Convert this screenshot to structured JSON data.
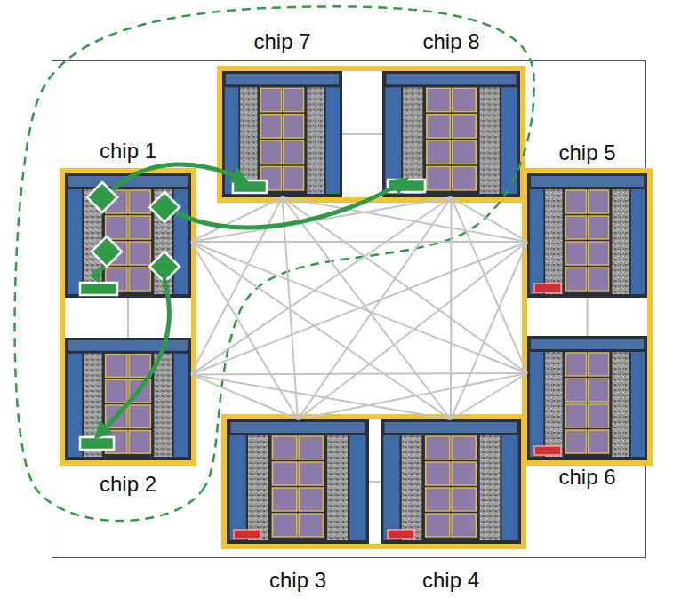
{
  "diagram": {
    "nodes": [
      {
        "text": [
          "chip 7"
        ]
      },
      {
        "text": [
          "chip 8"
        ]
      },
      {
        "text": [
          "chip 1"
        ]
      },
      {
        "text": [
          "chip 5"
        ]
      },
      {
        "text": [
          "chip 6"
        ]
      },
      {
        "text": [
          "chip 2"
        ]
      },
      {
        "text": [
          "chip 3"
        ]
      },
      {
        "text": [
          "chip 4"
        ]
      }
    ],
    "edges": [
      {
        "from": 2,
        "to": 0,
        "arrow": "to"
      },
      {
        "from": 2,
        "to": 1,
        "arrow": "to"
      },
      {
        "from": 2,
        "to": 5,
        "arrow": "to"
      },
      {
        "from": 0,
        "to": 1,
        "arrow": "none"
      },
      {
        "from": 0,
        "to": 2,
        "arrow": "none"
      },
      {
        "from": 0,
        "to": 3,
        "arrow": "none"
      },
      {
        "from": 0,
        "to": 4,
        "arrow": "none"
      },
      {
        "from": 0,
        "to": 5,
        "arrow": "none"
      },
      {
        "from": 0,
        "to": 6,
        "arrow": "none"
      },
      {
        "from": 0,
        "to": 7,
        "arrow": "none"
      },
      {
        "from": 1,
        "to": 2,
        "arrow": "none"
      },
      {
        "from": 1,
        "to": 3,
        "arrow": "none"
      },
      {
        "from": 1,
        "to": 4,
        "arrow": "none"
      },
      {
        "from": 1,
        "to": 5,
        "arrow": "none"
      },
      {
        "from": 1,
        "to": 6,
        "arrow": "none"
      },
      {
        "from": 1,
        "to": 7,
        "arrow": "none"
      },
      {
        "from": 2,
        "to": 3,
        "arrow": "none"
      },
      {
        "from": 2,
        "to": 4,
        "arrow": "none"
      },
      {
        "from": 2,
        "to": 5,
        "arrow": "none"
      },
      {
        "from": 2,
        "to": 6,
        "arrow": "none"
      },
      {
        "from": 2,
        "to": 7,
        "arrow": "none"
      },
      {
        "from": 3,
        "to": 4,
        "arrow": "none"
      },
      {
        "from": 3,
        "to": 5,
        "arrow": "none"
      },
      {
        "from": 3,
        "to": 6,
        "arrow": "none"
      },
      {
        "from": 3,
        "to": 7,
        "arrow": "none"
      },
      {
        "from": 4,
        "to": 5,
        "arrow": "none"
      },
      {
        "from": 4,
        "to": 6,
        "arrow": "none"
      },
      {
        "from": 4,
        "to": 7,
        "arrow": "none"
      },
      {
        "from": 5,
        "to": 6,
        "arrow": "none"
      },
      {
        "from": 5,
        "to": 7,
        "arrow": "none"
      },
      {
        "from": 6,
        "to": 7,
        "arrow": "none"
      }
    ]
  }
}
